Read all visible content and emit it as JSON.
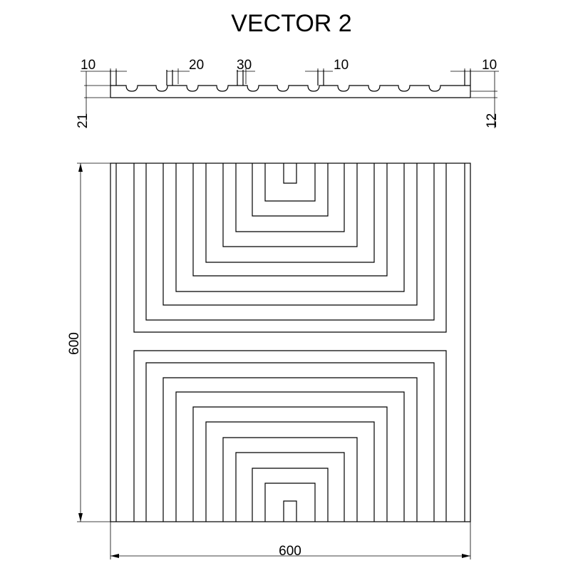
{
  "title": "VECTOR 2",
  "profile": {
    "dims": {
      "groove_left": "10",
      "groove_wide": "20",
      "groove_mid": "30",
      "groove_right": "10",
      "edge_right": "10",
      "thickness_total": "21",
      "thickness_base": "12"
    }
  },
  "panel": {
    "height_label": "600",
    "width_label": "600"
  },
  "colors": {
    "line": "#000000",
    "background": "#ffffff"
  }
}
